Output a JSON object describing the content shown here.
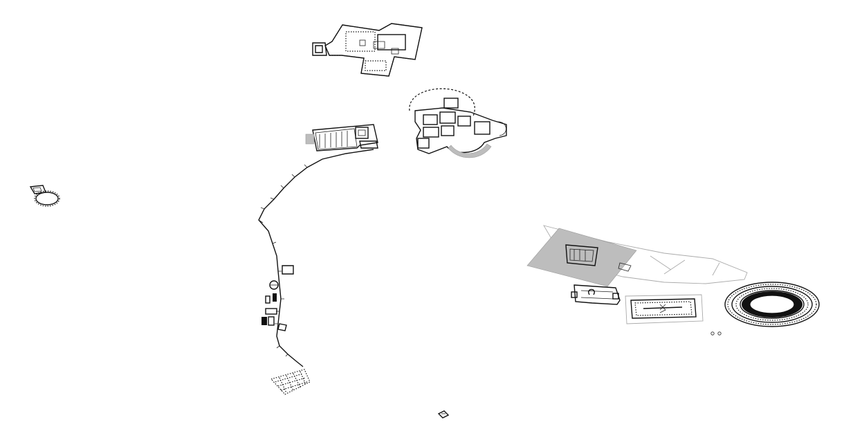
{
  "map": {
    "background": "#ffffff",
    "ink_color": "#111111",
    "shade_color": "#bdbdbd",
    "features": [
      "baths-complex",
      "villa-complex",
      "temple-complex",
      "round-temple",
      "city-wall",
      "forum-area",
      "basilica",
      "circus",
      "amphitheatre",
      "insula-grid",
      "small-shrine"
    ]
  }
}
